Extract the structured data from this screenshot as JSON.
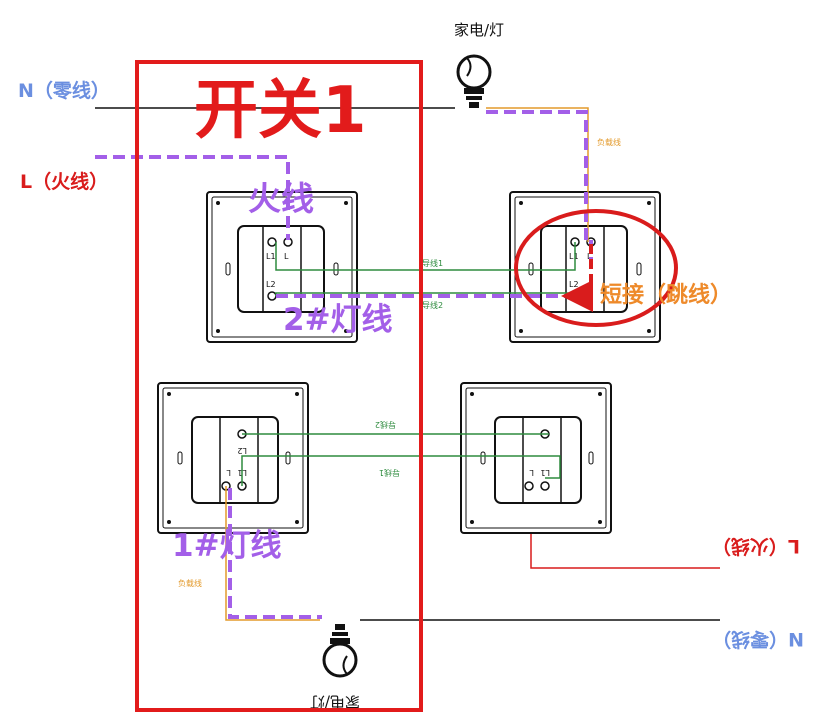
{
  "colors": {
    "neutral": "#111111",
    "live": "#d91c1c",
    "purple": "#a35fe8",
    "orange": "#e39a2b",
    "green": "#2e8b3e",
    "red_box": "#e21b1b",
    "label_blue": "#6b8fe0",
    "label_orange": "#ee8a2a"
  },
  "labels": {
    "lamp_top": "家电/灯",
    "lamp_bottom": "家电/灯",
    "n_top": "N（零线）",
    "l_top": "L（火线）",
    "n_bottom": "N（零线）",
    "l_bottom": "L（火线）",
    "switch_title": "开关1",
    "hot_wire": "火线",
    "lamp_wire_2": "2#灯线",
    "lamp_wire_1": "1#灯线",
    "short_jump": "短接（跳线）",
    "load_wire_top": "负载线",
    "load_wire_bottom": "负载线",
    "guide1_top": "导线1",
    "guide2_top": "导线2",
    "guide2_mid": "导线2",
    "guide1_mid": "导线1"
  },
  "terminals": {
    "l1": "L1",
    "l": "L",
    "l2": "L2"
  }
}
